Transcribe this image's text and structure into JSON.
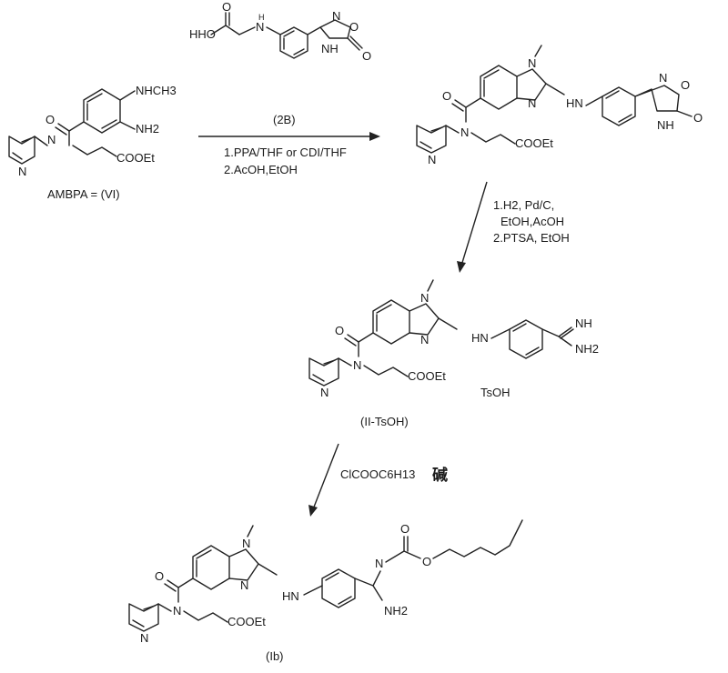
{
  "reagent_2b": {
    "label": "(2B)",
    "atoms": {
      "ho": "HO",
      "nh": "H",
      "n": "N",
      "o": "O",
      "nh_ring": "H",
      "oxo": "O"
    }
  },
  "ambpa": {
    "label": "AMBPA = (VI)",
    "nhch3": "NHCH3",
    "nh2": "NH2",
    "cooet": "COOEt",
    "n_amide": "N",
    "n_pyr": "N",
    "o": "O"
  },
  "step1": {
    "line1": "1.PPA/THF or CDI/THF",
    "line2": "2.AcOH,EtOH"
  },
  "intermediate": {
    "n_methyl": "N",
    "n_im": "N",
    "hn": "HN",
    "cooet": "COOEt",
    "n_amide": "N",
    "n_pyr": "N",
    "o": "O",
    "ox_n": "N",
    "ox_o": "O",
    "ox_nh": "H",
    "ox_oxo": "O"
  },
  "step2": {
    "line1": "1.H2, Pd/C,",
    "line2": "EtOH,AcOH",
    "line3": "2.PTSA, EtOH"
  },
  "compound_ii": {
    "label": "(II-TsOH)",
    "salt": "TsOH",
    "nh": "NH",
    "nh2": "NH2",
    "hn": "HN",
    "n_methyl": "N",
    "n_im": "N",
    "cooet": "COOEt",
    "n_amide": "N",
    "n_pyr": "N",
    "o": "O"
  },
  "step3": {
    "reagent": "ClCOOC6H13",
    "base": "碱"
  },
  "product": {
    "label": "(Ib)",
    "hn": "HN",
    "n_methyl": "N",
    "n_im": "N",
    "n_eq": "N",
    "o_carbonyl": "O",
    "o_ester": "O",
    "nh2": "NH2",
    "cooet": "COOEt",
    "n_amide": "N",
    "n_pyr": "N",
    "o": "O"
  }
}
